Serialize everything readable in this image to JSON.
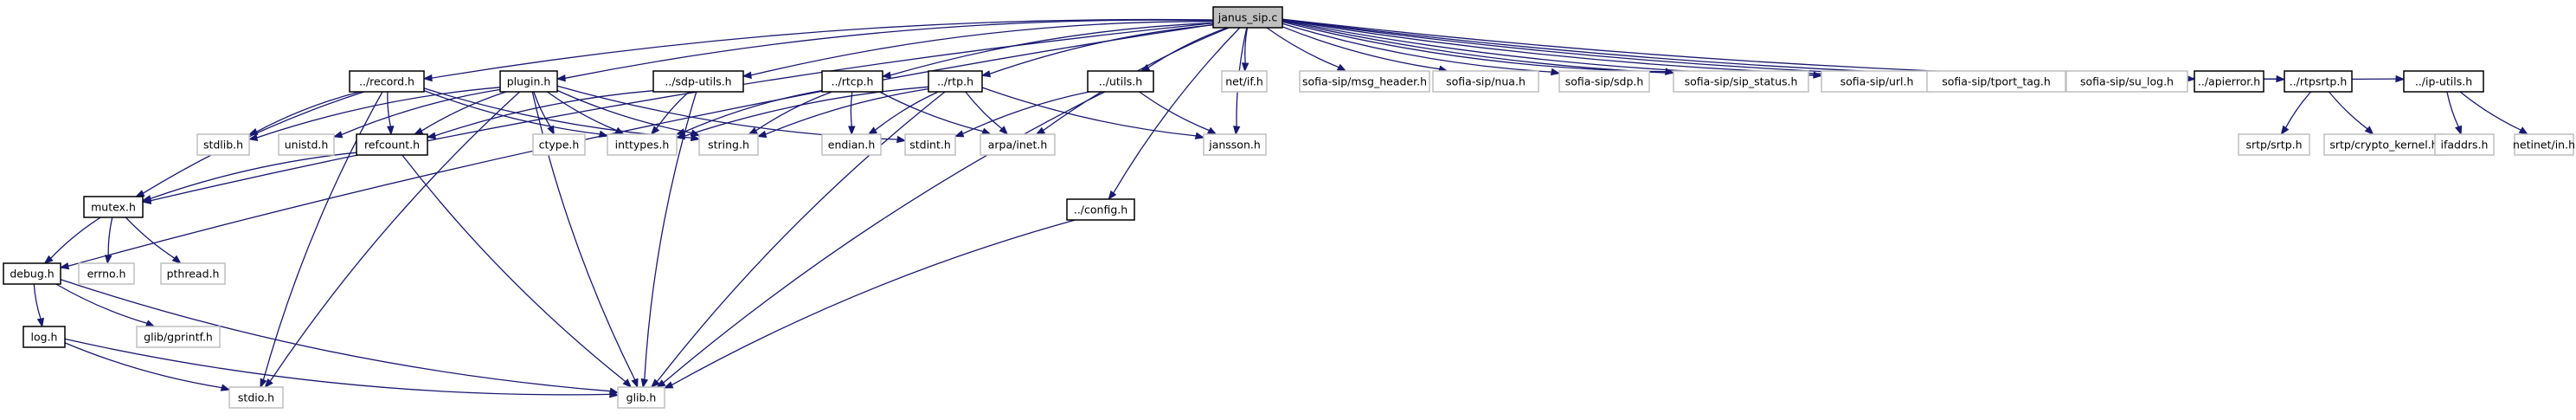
{
  "diagram": {
    "type": "include-dependency-graph",
    "root": "janus_sip.c",
    "colors": {
      "edge": "#191970",
      "root_fill": "#bfbfbf",
      "project_border": "#000000",
      "system_border": "#bfbfbf",
      "background": "#ffffff"
    },
    "nodes": [
      {
        "id": "janus_sip",
        "label": "janus_sip.c",
        "kind": "root"
      },
      {
        "id": "debug",
        "label": "debug.h",
        "kind": "project"
      },
      {
        "id": "mutex",
        "label": "mutex.h",
        "kind": "project"
      },
      {
        "id": "record",
        "label": "../record.h",
        "kind": "project"
      },
      {
        "id": "plugin",
        "label": "plugin.h",
        "kind": "project"
      },
      {
        "id": "sdputils",
        "label": "../sdp-utils.h",
        "kind": "project"
      },
      {
        "id": "rtcp",
        "label": "../rtcp.h",
        "kind": "project"
      },
      {
        "id": "rtp",
        "label": "../rtp.h",
        "kind": "project"
      },
      {
        "id": "utils",
        "label": "../utils.h",
        "kind": "project"
      },
      {
        "id": "config",
        "label": "../config.h",
        "kind": "project"
      },
      {
        "id": "refcount",
        "label": "refcount.h",
        "kind": "project"
      },
      {
        "id": "log",
        "label": "log.h",
        "kind": "project"
      },
      {
        "id": "apierror",
        "label": "../apierror.h",
        "kind": "project"
      },
      {
        "id": "rtpsrtp",
        "label": "../rtpsrtp.h",
        "kind": "project"
      },
      {
        "id": "iputils",
        "label": "../ip-utils.h",
        "kind": "project"
      },
      {
        "id": "netif",
        "label": "net/if.h",
        "kind": "system"
      },
      {
        "id": "msg_header",
        "label": "sofia-sip/msg_header.h",
        "kind": "system"
      },
      {
        "id": "nua",
        "label": "sofia-sip/nua.h",
        "kind": "system"
      },
      {
        "id": "sdp",
        "label": "sofia-sip/sdp.h",
        "kind": "system"
      },
      {
        "id": "sip_status",
        "label": "sofia-sip/sip_status.h",
        "kind": "system"
      },
      {
        "id": "url",
        "label": "sofia-sip/url.h",
        "kind": "system"
      },
      {
        "id": "tport_tag",
        "label": "sofia-sip/tport_tag.h",
        "kind": "system"
      },
      {
        "id": "su_log",
        "label": "sofia-sip/su_log.h",
        "kind": "system"
      },
      {
        "id": "stdlib",
        "label": "stdlib.h",
        "kind": "system"
      },
      {
        "id": "unistd",
        "label": "unistd.h",
        "kind": "system"
      },
      {
        "id": "ctype",
        "label": "ctype.h",
        "kind": "system"
      },
      {
        "id": "inttypes",
        "label": "inttypes.h",
        "kind": "system"
      },
      {
        "id": "string",
        "label": "string.h",
        "kind": "system"
      },
      {
        "id": "endian",
        "label": "endian.h",
        "kind": "system"
      },
      {
        "id": "stdint",
        "label": "stdint.h",
        "kind": "system"
      },
      {
        "id": "arpainet",
        "label": "arpa/inet.h",
        "kind": "system"
      },
      {
        "id": "jansson",
        "label": "jansson.h",
        "kind": "system"
      },
      {
        "id": "srtp",
        "label": "srtp/srtp.h",
        "kind": "system"
      },
      {
        "id": "crypto_kernel",
        "label": "srtp/crypto_kernel.h",
        "kind": "system"
      },
      {
        "id": "ifaddrs",
        "label": "ifaddrs.h",
        "kind": "system"
      },
      {
        "id": "netinet",
        "label": "netinet/in.h",
        "kind": "system"
      },
      {
        "id": "errno",
        "label": "errno.h",
        "kind": "system"
      },
      {
        "id": "pthread",
        "label": "pthread.h",
        "kind": "system"
      },
      {
        "id": "gprintf",
        "label": "glib/gprintf.h",
        "kind": "system"
      },
      {
        "id": "stdio",
        "label": "stdio.h",
        "kind": "system"
      },
      {
        "id": "glib",
        "label": "glib.h",
        "kind": "system"
      }
    ],
    "edges": [
      [
        "janus_sip",
        "debug"
      ],
      [
        "janus_sip",
        "mutex"
      ],
      [
        "janus_sip",
        "record"
      ],
      [
        "janus_sip",
        "plugin"
      ],
      [
        "janus_sip",
        "sdputils"
      ],
      [
        "janus_sip",
        "rtcp"
      ],
      [
        "janus_sip",
        "rtp"
      ],
      [
        "janus_sip",
        "arpainet"
      ],
      [
        "janus_sip",
        "config"
      ],
      [
        "janus_sip",
        "utils"
      ],
      [
        "janus_sip",
        "jansson"
      ],
      [
        "janus_sip",
        "netif"
      ],
      [
        "janus_sip",
        "msg_header"
      ],
      [
        "janus_sip",
        "nua"
      ],
      [
        "janus_sip",
        "sdp"
      ],
      [
        "janus_sip",
        "sip_status"
      ],
      [
        "janus_sip",
        "url"
      ],
      [
        "janus_sip",
        "tport_tag"
      ],
      [
        "janus_sip",
        "su_log"
      ],
      [
        "janus_sip",
        "apierror"
      ],
      [
        "janus_sip",
        "rtpsrtp"
      ],
      [
        "janus_sip",
        "iputils"
      ],
      [
        "record",
        "stdlib"
      ],
      [
        "record",
        "mutex"
      ],
      [
        "record",
        "stdio"
      ],
      [
        "record",
        "refcount"
      ],
      [
        "record",
        "inttypes"
      ],
      [
        "record",
        "string"
      ],
      [
        "plugin",
        "stdlib"
      ],
      [
        "plugin",
        "unistd"
      ],
      [
        "plugin",
        "refcount"
      ],
      [
        "plugin",
        "ctype"
      ],
      [
        "plugin",
        "inttypes"
      ],
      [
        "plugin",
        "string"
      ],
      [
        "plugin",
        "stdio"
      ],
      [
        "plugin",
        "glib"
      ],
      [
        "plugin",
        "stdint"
      ],
      [
        "sdputils",
        "refcount"
      ],
      [
        "sdputils",
        "inttypes"
      ],
      [
        "sdputils",
        "glib"
      ],
      [
        "rtcp",
        "string"
      ],
      [
        "rtcp",
        "inttypes"
      ],
      [
        "rtcp",
        "endian"
      ],
      [
        "rtcp",
        "arpainet"
      ],
      [
        "rtp",
        "string"
      ],
      [
        "rtp",
        "inttypes"
      ],
      [
        "rtp",
        "endian"
      ],
      [
        "rtp",
        "arpainet"
      ],
      [
        "rtp",
        "jansson"
      ],
      [
        "rtp",
        "glib"
      ],
      [
        "utils",
        "jansson"
      ],
      [
        "utils",
        "stdint"
      ],
      [
        "utils",
        "glib"
      ],
      [
        "config",
        "glib"
      ],
      [
        "refcount",
        "mutex"
      ],
      [
        "refcount",
        "glib"
      ],
      [
        "mutex",
        "debug"
      ],
      [
        "mutex",
        "errno"
      ],
      [
        "mutex",
        "pthread"
      ],
      [
        "debug",
        "log"
      ],
      [
        "debug",
        "gprintf"
      ],
      [
        "debug",
        "glib"
      ],
      [
        "log",
        "stdio"
      ],
      [
        "log",
        "glib"
      ],
      [
        "rtpsrtp",
        "srtp"
      ],
      [
        "rtpsrtp",
        "crypto_kernel"
      ],
      [
        "iputils",
        "ifaddrs"
      ],
      [
        "iputils",
        "netinet"
      ]
    ]
  }
}
